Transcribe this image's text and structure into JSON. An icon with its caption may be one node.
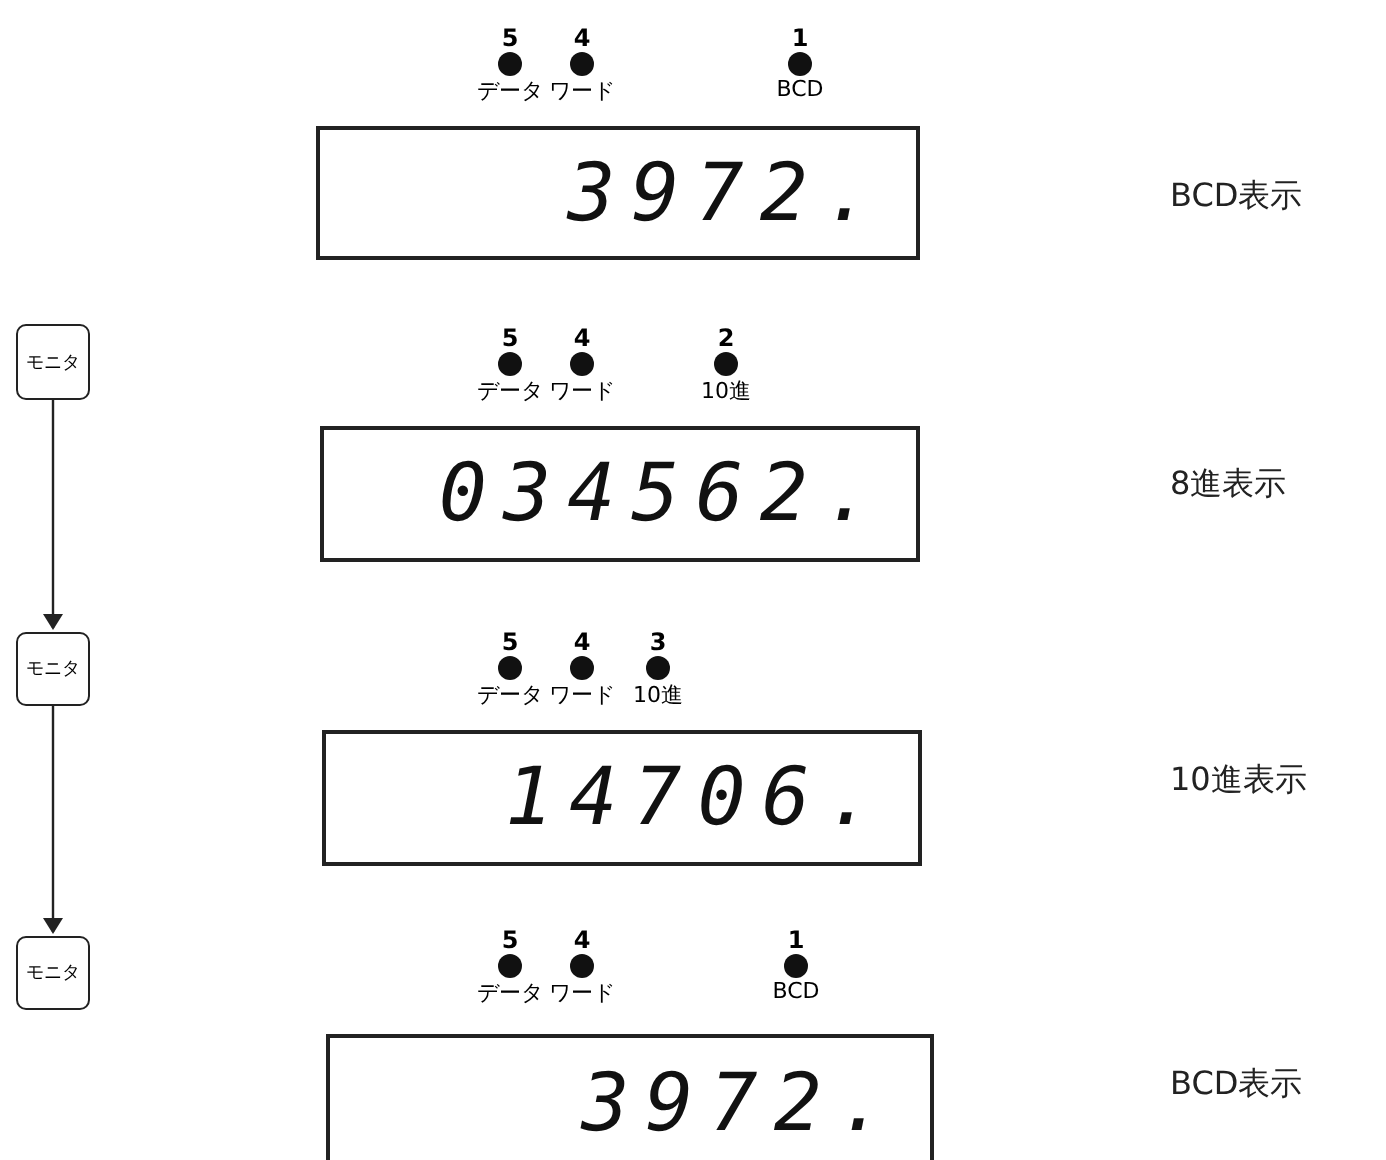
{
  "diagram": {
    "nodes": [
      {
        "text": [
          "モニタ"
        ]
      },
      {
        "text": [
          "モニタ"
        ]
      },
      {
        "text": [
          "モニタ"
        ]
      },
      {
        "text": [
          "3972."
        ]
      },
      {
        "text": [
          "034562."
        ]
      },
      {
        "text": [
          "14706."
        ]
      },
      {
        "text": [
          "3972."
        ]
      }
    ],
    "edges": [
      {
        "from": 0,
        "to": 1,
        "arrow": "to"
      },
      {
        "from": 1,
        "to": 2,
        "arrow": "to"
      }
    ],
    "labels": [
      "5",
      "4",
      "1",
      "データ",
      "ワード",
      "BCD",
      "BCD表示",
      "5",
      "4",
      "2",
      "データ",
      "ワード",
      "10進",
      "8進表示",
      "5",
      "4",
      "3",
      "データ",
      "ワード",
      "10進",
      "10進表示",
      "5",
      "4",
      "1",
      "データ",
      "ワード",
      "BCD",
      "BCD表示"
    ]
  }
}
